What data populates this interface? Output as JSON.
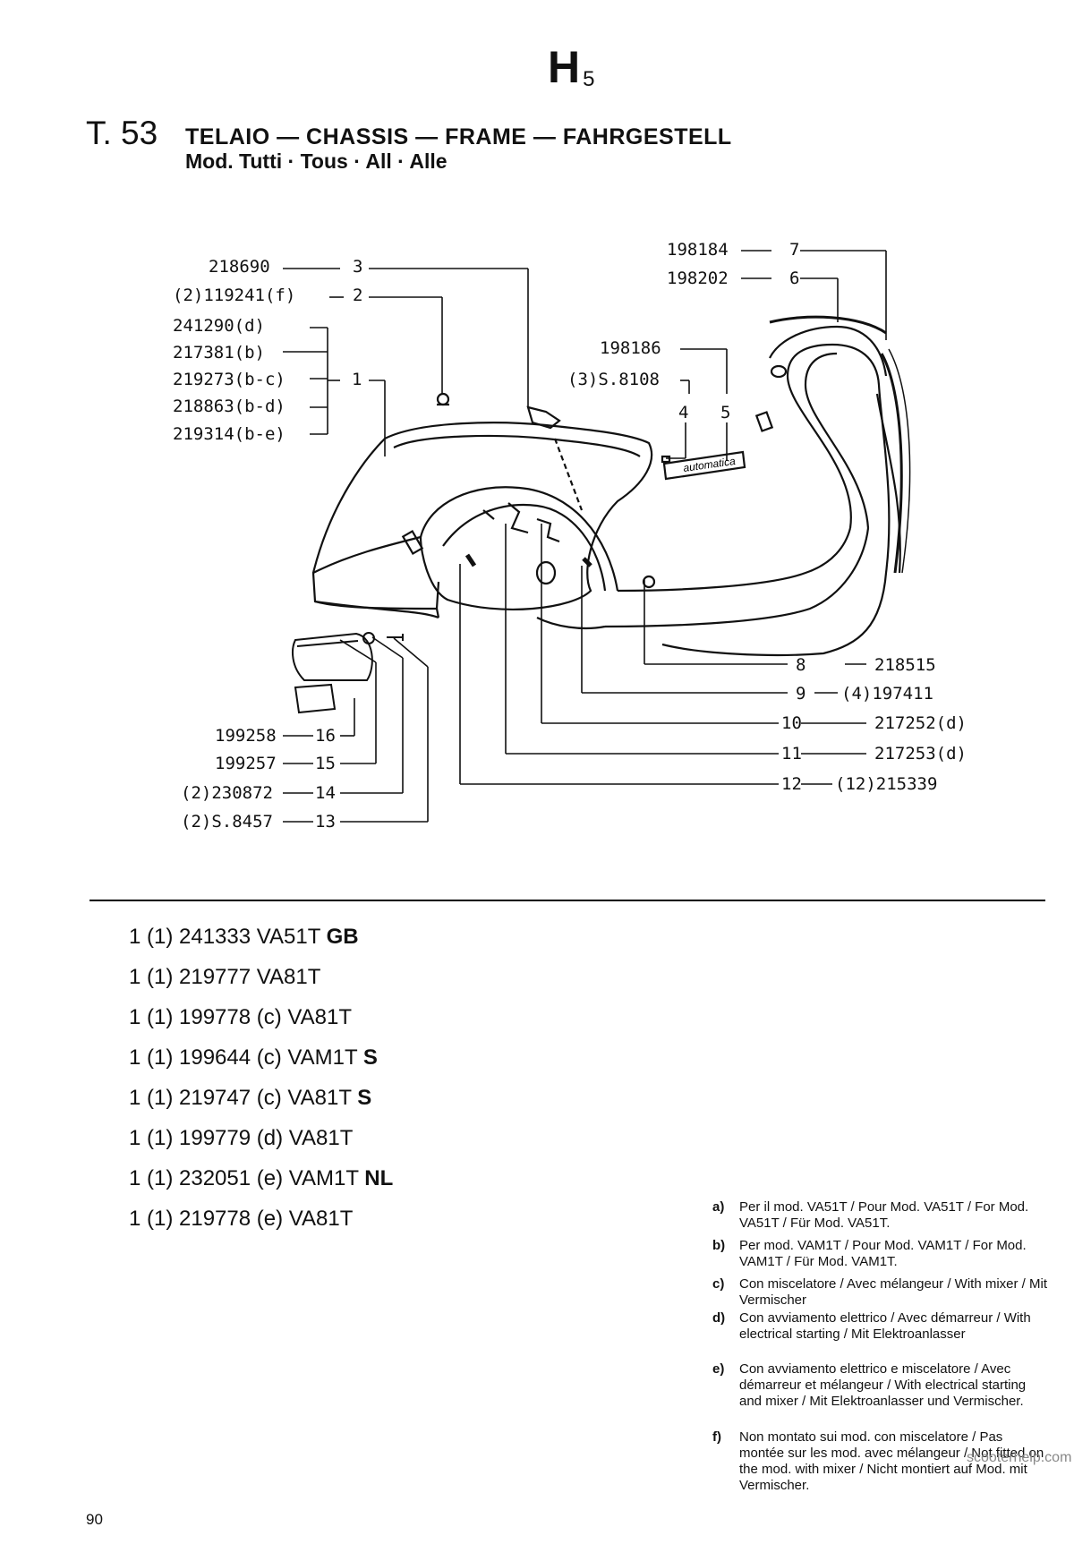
{
  "header": {
    "section": "H",
    "section_sub": "5",
    "table": "T. 53",
    "title": "TELAIO — CHASSIS — FRAME — FAHRGESTELL",
    "subtitle": "Mod. Tutti · Tous · All · Alle"
  },
  "callouts": {
    "left": [
      {
        "part": "218690",
        "ref": "3"
      },
      {
        "part": "(2)119241(f)",
        "ref": "2"
      },
      {
        "part": "241290(d)",
        "ref": ""
      },
      {
        "part": "217381(b)",
        "ref": ""
      },
      {
        "part": "219273(b-c)",
        "ref": "1"
      },
      {
        "part": "218863(b-d)",
        "ref": ""
      },
      {
        "part": "219314(b-e)",
        "ref": ""
      }
    ],
    "top_right": [
      {
        "part": "198184",
        "ref": "7"
      },
      {
        "part": "198202",
        "ref": "6"
      }
    ],
    "middle": [
      {
        "part": "198186",
        "ref": "5"
      },
      {
        "part": "(3)S.8108",
        "ref": "4"
      }
    ],
    "bottom_right": [
      {
        "ref": "8",
        "part": "218515"
      },
      {
        "ref": "9",
        "part": "(4)197411"
      },
      {
        "ref": "10",
        "part": "217252(d)"
      },
      {
        "ref": "11",
        "part": "217253(d)"
      },
      {
        "ref": "12",
        "part": "(12)215339"
      }
    ],
    "bottom_left": [
      {
        "part": "199258",
        "ref": "16"
      },
      {
        "part": "199257",
        "ref": "15"
      },
      {
        "part": "(2)230872",
        "ref": "14"
      },
      {
        "part": "(2)S.8457",
        "ref": "13"
      }
    ]
  },
  "diagram_labels": {
    "badge": "automatica"
  },
  "variants": [
    {
      "text": "1 (1) 241333 VA51T",
      "suffix": "GB"
    },
    {
      "text": "1 (1) 219777 VA81T",
      "suffix": ""
    },
    {
      "text": "1 (1) 199778 (c) VA81T",
      "suffix": ""
    },
    {
      "text": "1 (1) 199644 (c) VAM1T",
      "suffix": "S"
    },
    {
      "text": "1 (1) 219747 (c) VA81T",
      "suffix": "S"
    },
    {
      "text": "1 (1) 199779 (d) VA81T",
      "suffix": ""
    },
    {
      "text": "1 (1) 232051 (e) VAM1T",
      "suffix": "NL"
    },
    {
      "text": "1 (1) 219778 (e) VA81T",
      "suffix": ""
    }
  ],
  "notes": [
    {
      "letter": "a)",
      "text": "Per il mod. VA51T / Pour Mod. VA51T / For Mod. VA51T / Für Mod. VA51T."
    },
    {
      "letter": "b)",
      "text": "Per mod. VAM1T / Pour Mod. VAM1T / For Mod. VAM1T / Für Mod. VAM1T."
    },
    {
      "letter": "c)",
      "text": "Con miscelatore / Avec mélangeur / With mixer / Mit Vermischer"
    },
    {
      "letter": "d)",
      "text": "Con avviamento elettrico / Avec démarreur / With electrical starting / Mit Elektroanlasser"
    },
    {
      "letter": "e)",
      "text": "Con avviamento elettrico e miscelatore / Avec démarreur et mélangeur / With electrical starting and mixer / Mit Elektroanlasser und Vermischer."
    },
    {
      "letter": "f)",
      "text": "Non montato sui mod. con miscelatore / Pas montée sur les mod. avec mélangeur / Not fitted on the mod. with mixer / Nicht montiert auf Mod. mit Vermischer."
    }
  ],
  "footer": {
    "page": "90",
    "watermark": "scooterhelp.com"
  }
}
